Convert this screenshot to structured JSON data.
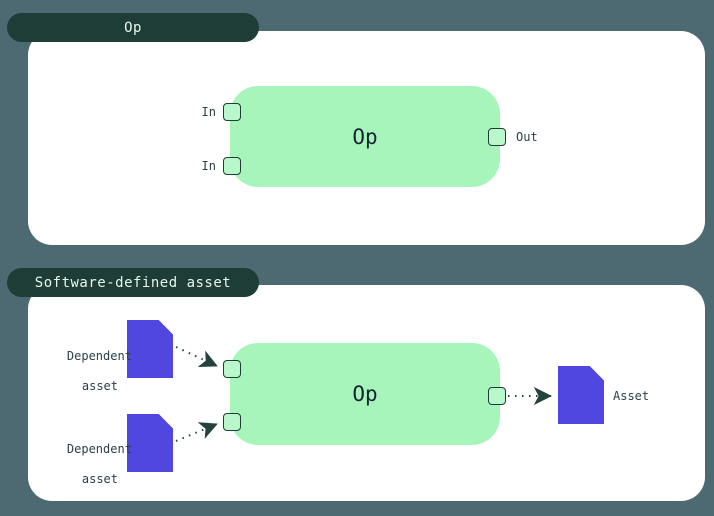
{
  "colors": {
    "background": "#4d6971",
    "panel": "#ffffff",
    "pill_bg": "#1e3d36",
    "pill_text": "#e7f5ef",
    "op_fill": "#a8f5bc",
    "op_text": "#152431",
    "port_fill": "#b9f8cb",
    "stroke_dark": "#1e3d36",
    "label_text": "#2c4046",
    "asset_fill": "#5046e0",
    "arrow": "#24423e"
  },
  "op_panel": {
    "tag": "Op",
    "node_label": "Op",
    "input_labels": [
      "In",
      "In"
    ],
    "output_label": "Out"
  },
  "sda_panel": {
    "tag": "Software-defined asset",
    "node_label": "Op",
    "dependent_assets": [
      {
        "lines": [
          "Dependent",
          "asset"
        ]
      },
      {
        "lines": [
          "Dependent",
          "asset"
        ]
      }
    ],
    "output_asset_label": "Asset"
  }
}
